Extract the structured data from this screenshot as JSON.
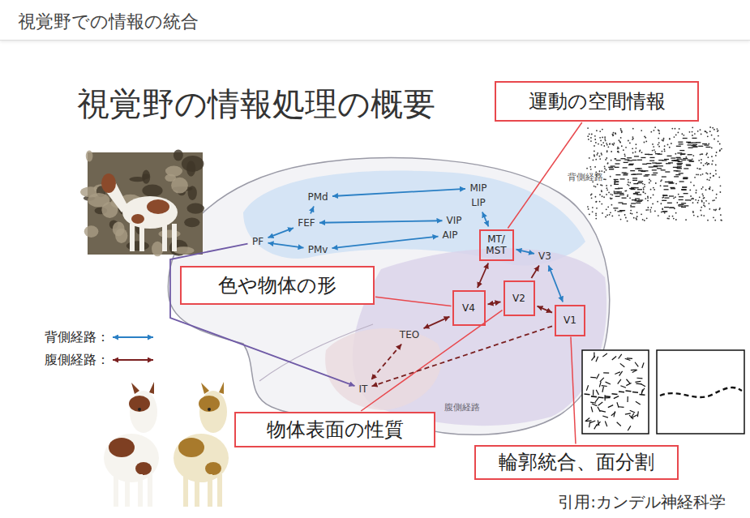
{
  "diagram": {
    "title": "視覚野での情報の統合",
    "caption": "引用:カンデル神経科学",
    "nodes": [
      {
        "text": [
          "運動の空間情報"
        ]
      },
      {
        "text": [
          "PMd"
        ]
      },
      {
        "text": [
          "MIP"
        ]
      },
      {
        "text": [
          "LIP"
        ]
      },
      {
        "text": [
          "FEF"
        ]
      },
      {
        "text": [
          "VIP"
        ]
      },
      {
        "text": [
          "PF"
        ]
      },
      {
        "text": [
          "AIP"
        ]
      },
      {
        "text": [
          "MT/ MST"
        ]
      },
      {
        "text": [
          "PMv"
        ]
      },
      {
        "text": [
          "V3"
        ]
      },
      {
        "text": [
          "色や物体の形"
        ]
      },
      {
        "text": [
          "V2"
        ]
      },
      {
        "text": [
          "V4"
        ]
      },
      {
        "text": [
          "V1"
        ]
      },
      {
        "text": [
          "TEO"
        ]
      },
      {
        "text": [
          "IT"
        ]
      },
      {
        "text": [
          "物体表面の性質"
        ]
      },
      {
        "text": [
          "輪郭統合、面分割"
        ]
      }
    ],
    "edges": [
      {
        "from": 0,
        "to": 8,
        "arrow": "none"
      },
      {
        "from": 11,
        "to": 13,
        "arrow": "none"
      },
      {
        "from": 17,
        "to": 12,
        "arrow": "none"
      },
      {
        "from": 18,
        "to": 14,
        "arrow": "none"
      },
      {
        "from": 1,
        "to": 2,
        "arrow": "both"
      },
      {
        "from": 4,
        "to": 5,
        "arrow": "both"
      },
      {
        "from": 9,
        "to": 7,
        "arrow": "both"
      },
      {
        "from": 6,
        "to": 4,
        "arrow": "both"
      },
      {
        "from": 6,
        "to": 9,
        "arrow": "both"
      },
      {
        "from": 4,
        "to": 1,
        "arrow": "to"
      },
      {
        "from": 3,
        "to": 8,
        "arrow": "both"
      },
      {
        "from": 8,
        "to": 10,
        "arrow": "both"
      },
      {
        "from": 10,
        "to": 14,
        "arrow": "both"
      },
      {
        "from": 14,
        "to": 12,
        "arrow": "both"
      },
      {
        "from": 12,
        "to": 13,
        "arrow": "both"
      },
      {
        "from": 13,
        "to": 15,
        "arrow": "both"
      },
      {
        "from": 15,
        "to": 16,
        "arrow": "both"
      },
      {
        "from": 14,
        "to": 16,
        "arrow": "to"
      },
      {
        "from": 12,
        "to": 10,
        "arrow": "to"
      },
      {
        "from": 13,
        "to": 8,
        "arrow": "both"
      },
      {
        "from": 6,
        "to": 16,
        "arrow": "to"
      }
    ],
    "labels": [
      "視覚野の情報処理の概要",
      "背側経路",
      "腹側経路"
    ],
    "legend": [
      {
        "text": "背側経路："
      },
      {
        "text": "腹側経路："
      }
    ]
  }
}
